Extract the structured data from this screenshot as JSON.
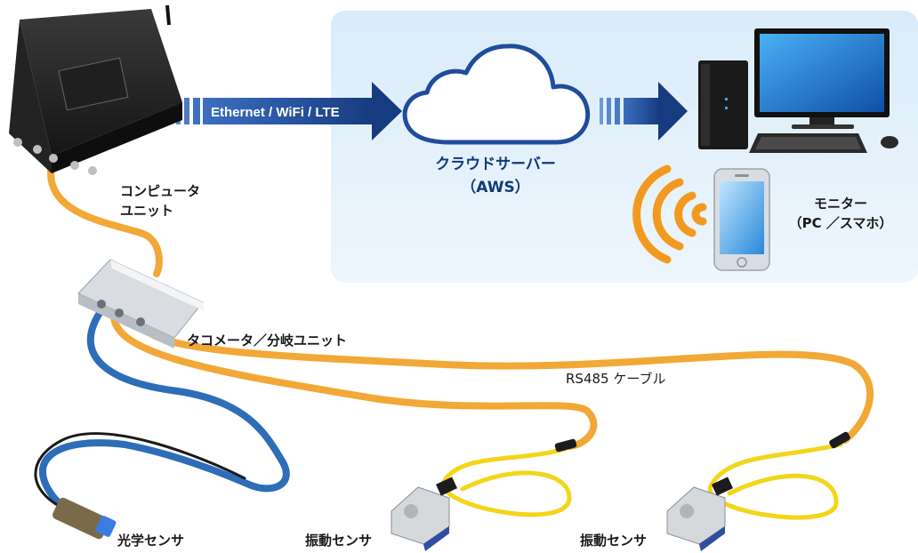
{
  "network_arrow_label": "Ethernet / WiFi / LTE",
  "cloud": {
    "line1": "クラウドサーバー",
    "line2": "（AWS）"
  },
  "monitor": {
    "line1": "モニター",
    "line2": "（PC ／スマホ）"
  },
  "computer_unit": {
    "line1": "コンピュータ",
    "line2": "ユニット"
  },
  "branch_unit": "タコメータ／分岐ユニット",
  "cable_label": "RS485 ケーブル",
  "optical_sensor": "光学センサ",
  "vibration_sensor_1": "振動センサ",
  "vibration_sensor_2": "振動センサ",
  "colors": {
    "panel": "#e4f1fb",
    "arrow": "#1b3f86",
    "cable_orange": "#f2a836",
    "cable_blue": "#2e6db8",
    "cable_yellow": "#f3d51a",
    "wifi": "#f29a1f"
  }
}
